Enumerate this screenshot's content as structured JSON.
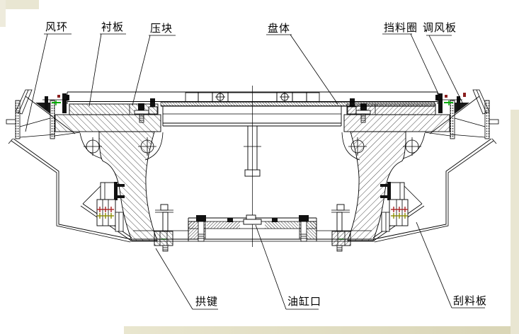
{
  "figure": {
    "kind": "engineering cross-section drawing",
    "style": "black line CAD drawing on white paper, symmetric about vertical centerline"
  },
  "labels": [
    {
      "id": "wind-ring",
      "text": "风环"
    },
    {
      "id": "liner-plate",
      "text": "衬板"
    },
    {
      "id": "press-block",
      "text": "压块"
    },
    {
      "id": "disc-body",
      "text": "盘体"
    },
    {
      "id": "retaining-ring",
      "text": "挡料圈"
    },
    {
      "id": "air-adjust-plate",
      "text": "调风板"
    },
    {
      "id": "arch-key",
      "text": "拱键"
    },
    {
      "id": "oil-cylinder-port",
      "text": "油缸口"
    },
    {
      "id": "scraper-plate",
      "text": "刮料板"
    }
  ],
  "colors": {
    "line": "#000000",
    "marker_red": "#aa2222",
    "marker_maroon": "#8b2020",
    "marker_green": "#00aa00",
    "marker_olive": "#8b8b00",
    "paper": "#ffffff",
    "edge_tint": "#ddd9ba"
  }
}
